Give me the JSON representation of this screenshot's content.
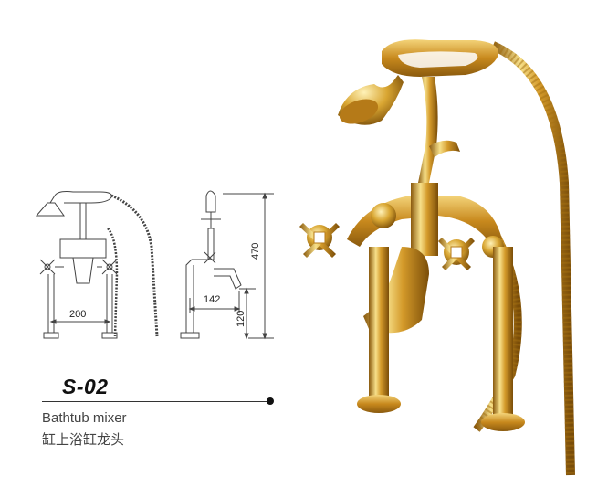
{
  "product": {
    "model": "S-02",
    "name_en": "Bathtub mixer",
    "name_zh": "缸上浴缸龙头"
  },
  "dimensions": {
    "width_between_legs": "200",
    "spout_reach": "142",
    "total_height": "470",
    "leg_height": "120"
  },
  "colors": {
    "gold": "#d9a632",
    "line": "#444444"
  }
}
